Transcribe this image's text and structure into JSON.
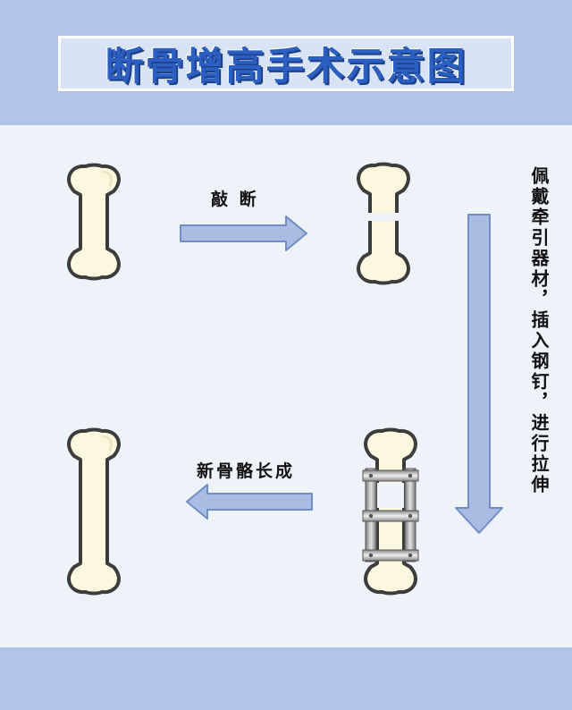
{
  "title": "断骨增高手术示意图",
  "steps": {
    "break": "敲 断",
    "stretch": "佩戴牵引器材，插入钢钉，进行拉伸",
    "grow": "新骨骼长成"
  },
  "colors": {
    "band": "#b0c4e6",
    "background": "#eef3fa",
    "title_text": "#2c5fc2",
    "arrow_fill": "#a9bde3",
    "arrow_stroke": "#6f8fc4",
    "bone_fill": "#fbf8de",
    "bone_outline": "#3c3c3c"
  }
}
